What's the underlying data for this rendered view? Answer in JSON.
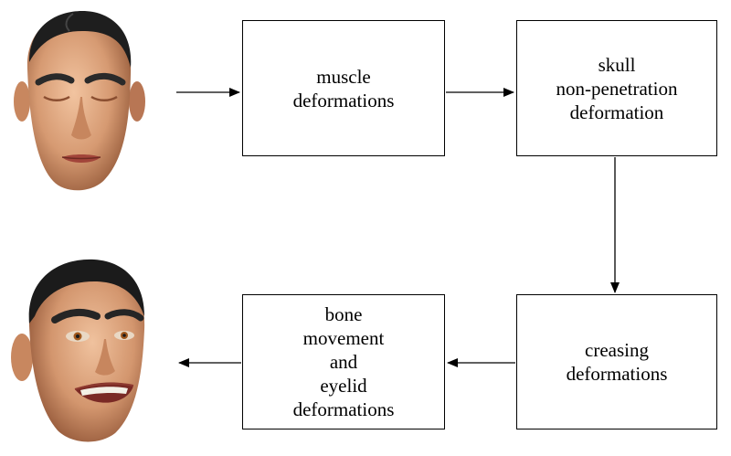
{
  "diagram": {
    "nodes": {
      "muscle": {
        "lines": [
          "muscle",
          "deformations"
        ]
      },
      "skull": {
        "lines": [
          "skull",
          "non-penetration",
          "deformation"
        ]
      },
      "creasing": {
        "lines": [
          "creasing",
          "deformations"
        ]
      },
      "bone": {
        "lines": [
          "bone",
          "movement",
          "and",
          "eyelid",
          "deformations"
        ]
      }
    },
    "edges": [
      {
        "from": "neutral-face",
        "to": "muscle"
      },
      {
        "from": "muscle",
        "to": "skull"
      },
      {
        "from": "skull",
        "to": "creasing"
      },
      {
        "from": "creasing",
        "to": "bone"
      },
      {
        "from": "bone",
        "to": "expressive-face"
      }
    ],
    "images": {
      "input": "neutral-face-render",
      "output": "smiling-face-render"
    },
    "colors": {
      "skin": "#d9a07a",
      "hair": "#1e1e1e",
      "line": "#000000"
    }
  }
}
